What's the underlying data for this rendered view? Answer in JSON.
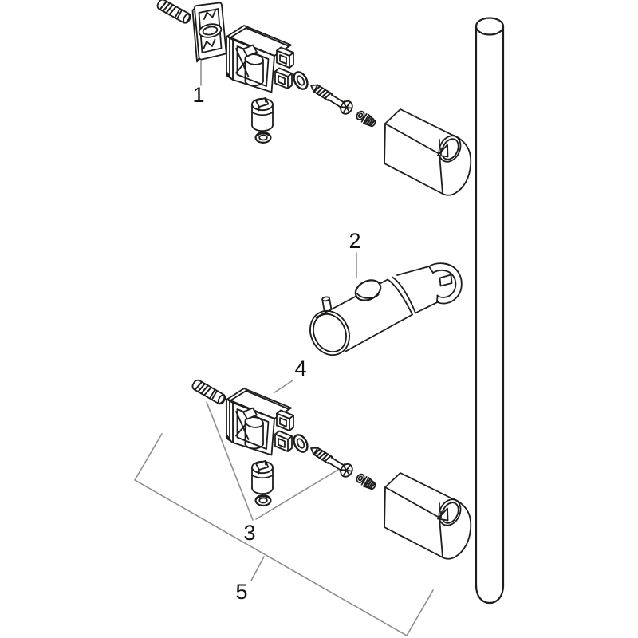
{
  "diagram": {
    "kind": "exploded-parts-diagram",
    "subject": "shower-rail-wall-bar-assembly",
    "background_color": "#ffffff",
    "line_color": "#1d1d1b",
    "leader_color": "#8f8f8f",
    "label_color": "#111111",
    "labels": [
      {
        "part": "1",
        "text": "1"
      },
      {
        "part": "2",
        "text": "2"
      },
      {
        "part": "3",
        "text": "3"
      },
      {
        "part": "4",
        "text": "4"
      },
      {
        "part": "5",
        "text": "5"
      }
    ]
  }
}
